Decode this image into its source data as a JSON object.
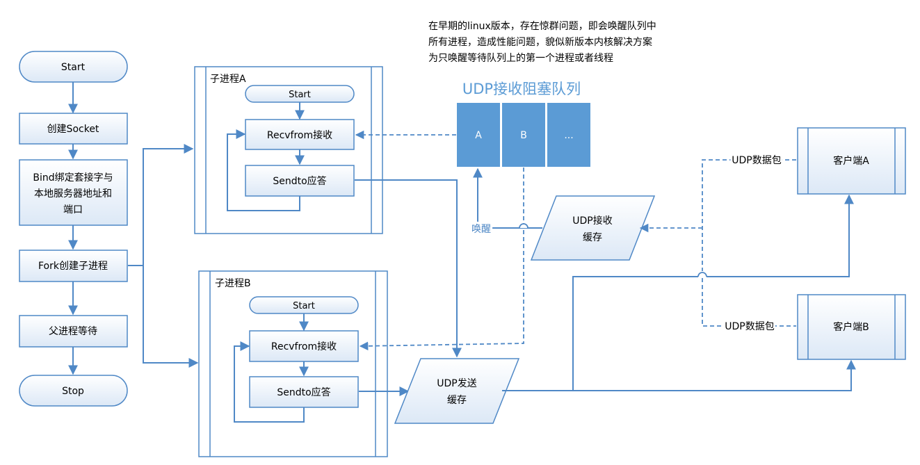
{
  "note": {
    "lines": [
      "在早期的linux版本，存在惊群问题，即会唤醒队列中",
      "所有进程，造成性能问题，貌似新版本内核解决方案",
      "为只唤醒等待队列上的第一个进程或者线程"
    ]
  },
  "main_flow": {
    "start": "Start",
    "create_socket": "创建Socket",
    "bind": [
      "Bind绑定套接字与",
      "本地服务器地址和",
      "端口"
    ],
    "fork": "Fork创建子进程",
    "parent_wait": "父进程等待",
    "stop": "Stop"
  },
  "process_a": {
    "title": "子进程A",
    "start": "Start",
    "recvfrom": "Recvfrom接收",
    "sendto": "Sendto应答"
  },
  "process_b": {
    "title": "子进程B",
    "start": "Start",
    "recvfrom": "Recvfrom接收",
    "sendto": "Sendto应答"
  },
  "queue": {
    "title": "UDP接收阻塞队列",
    "cells": [
      "A",
      "B",
      "..."
    ]
  },
  "wake_label": "唤醒",
  "recv_buffer": [
    "UDP接收",
    "缓存"
  ],
  "send_buffer": [
    "UDP发送",
    "缓存"
  ],
  "client_a": "客户端A",
  "client_b": "客户端B",
  "udp_packet_a": "UDP数据包",
  "udp_packet_b": "UDP数据包",
  "colors": {
    "line": "#4f88c6",
    "box_fill_top": "#ffffff",
    "box_fill_bottom": "#dbe7f5",
    "queue_fill": "#5b9bd5",
    "title": "#5b9bd5"
  }
}
